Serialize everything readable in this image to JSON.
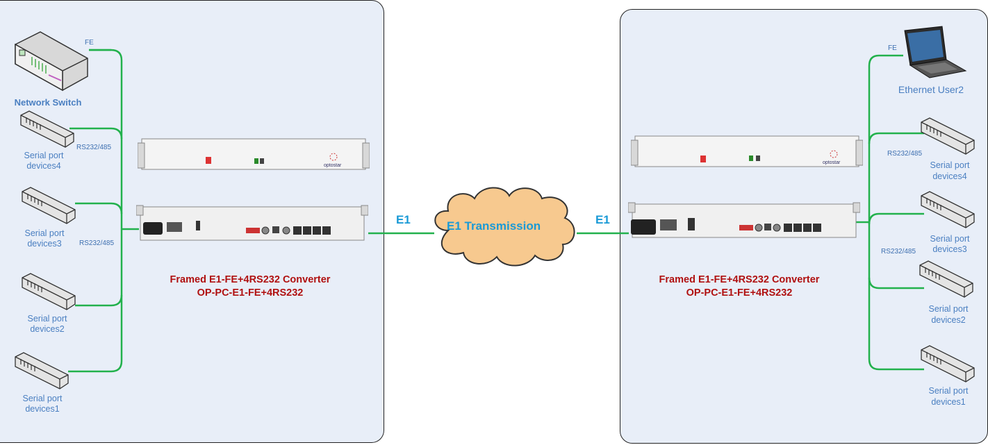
{
  "left": {
    "switch_label": "Network Switch",
    "fe_label": "FE",
    "rs_label_1": "RS232/485",
    "rs_label_2": "RS232/485",
    "serial4": [
      "Serial port",
      "devices4"
    ],
    "serial3": [
      "Serial port",
      "devices3"
    ],
    "serial2": [
      "Serial port",
      "devices2"
    ],
    "serial1": [
      "Serial port",
      "devices1"
    ],
    "front_brand": "optostar",
    "title_line1": "Framed E1-FE+4RS232 Converter",
    "title_line2": "OP-PC-E1-FE+4RS232"
  },
  "middle": {
    "e1_left": "E1",
    "e1_right": "E1",
    "cloud_label": "E1 Transmission"
  },
  "right": {
    "user_label": "Ethernet User2",
    "fe_label": "FE",
    "rs_label_1": "RS232/485",
    "rs_label_2": "RS232/485",
    "serial4": [
      "Serial port",
      "devices4"
    ],
    "serial3": [
      "Serial port",
      "devices3"
    ],
    "serial2": [
      "Serial port",
      "devices2"
    ],
    "serial1": [
      "Serial port",
      "devices1"
    ],
    "front_brand": "optostar",
    "title_line1": "Framed E1-FE+4RS232 Converter",
    "title_line2": "OP-PC-E1-FE+4RS232"
  },
  "colors": {
    "wire": "#22b14c",
    "panel_bg": "#e8eef8",
    "title": "#b01010",
    "label": "#4a7fc1",
    "e1": "#1a9ad6"
  }
}
